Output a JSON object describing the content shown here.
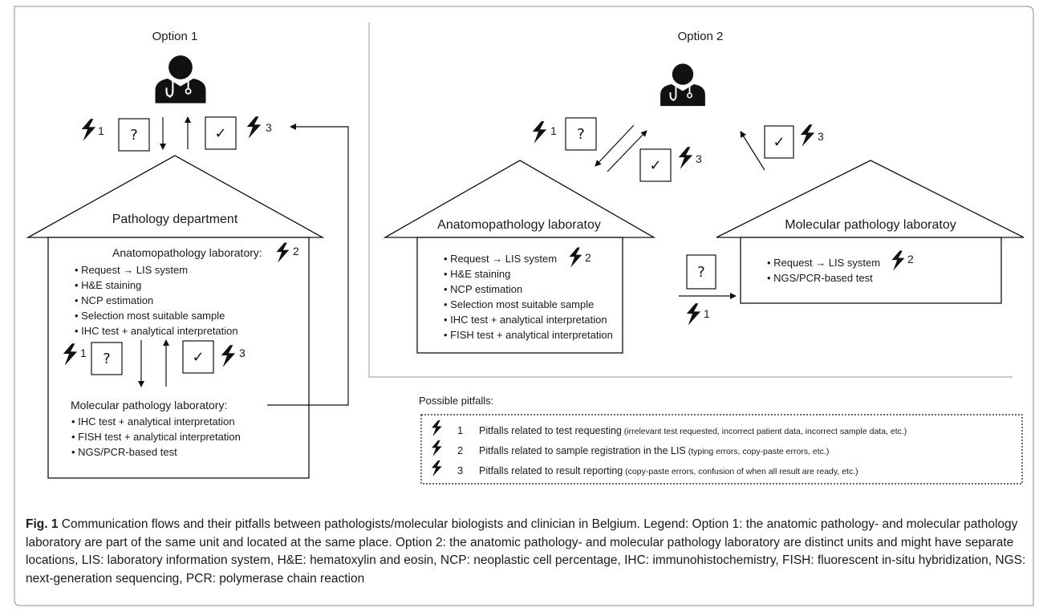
{
  "option1": {
    "title": "Option 1",
    "department": "Pathology department",
    "anat_title": "Anatomopathology laboratory:",
    "anat_items": [
      "• Request → LIS system",
      "• H&E staining",
      "• NCP estimation",
      "• Selection most suitable sample",
      "•  IHC test + analytical interpretation"
    ],
    "mol_title": "Molecular pathology laboratory:",
    "mol_items": [
      "•  IHC test + analytical interpretation",
      "• FISH test + analytical interpretation",
      "• NGS/PCR-based test"
    ]
  },
  "option2": {
    "title": "Option 2",
    "anat_title": "Anatomopathology laboratoy",
    "anat_items": [
      "• Request → LIS system",
      "• H&E staining",
      "• NCP estimation",
      "• Selection most suitable sample",
      "• IHC test + analytical interpretation",
      "• FISH test + analytical interpretation"
    ],
    "mol_title": "Molecular pathology laboratoy",
    "mol_items": [
      "• Request → LIS system",
      "• NGS/PCR-based test"
    ]
  },
  "marks": {
    "question": "?",
    "check": "✓"
  },
  "numbers": {
    "one": "1",
    "two": "2",
    "three": "3"
  },
  "legend": {
    "title": "Possible pitfalls:",
    "items": [
      {
        "num": "1",
        "bold": "Pitfalls related to test requesting",
        "detail": " (irrelevant test requested, incorrect patient data, incorrect sample data, etc.)"
      },
      {
        "num": "2",
        "bold": "Pitfalls related to sample registration in the LIS",
        "detail": " (typing errors, copy-paste errors, etc.)"
      },
      {
        "num": "3",
        "bold": "Pitfalls related to result reporting",
        "detail": " (copy-paste errors, confusion of when all result are ready, etc.)"
      }
    ]
  },
  "caption": {
    "label": "Fig. 1",
    "text": "  Communication flows and their pitfalls between pathologists/molecular biologists and clinician in Belgium. Legend: Option 1: the anatomic pathology- and molecular pathology laboratory are part of the same unit and located at the same place. Option 2: the anatomic pathology- and molecular pathology laboratory are distinct units and might have separate locations, LIS: laboratory information system, H&E: hematoxylin and eosin, NCP: neoplastic cell percentage, IHC: immunohistochemistry, FISH: fluorescent in-situ hybridization, NGS: next-generation sequencing, PCR: polymerase chain reaction"
  },
  "colors": {
    "ink": "#111111",
    "frame": "#8c8c8c"
  },
  "icons": [
    "doctor-icon",
    "lightning-icon",
    "question-box",
    "check-box"
  ]
}
